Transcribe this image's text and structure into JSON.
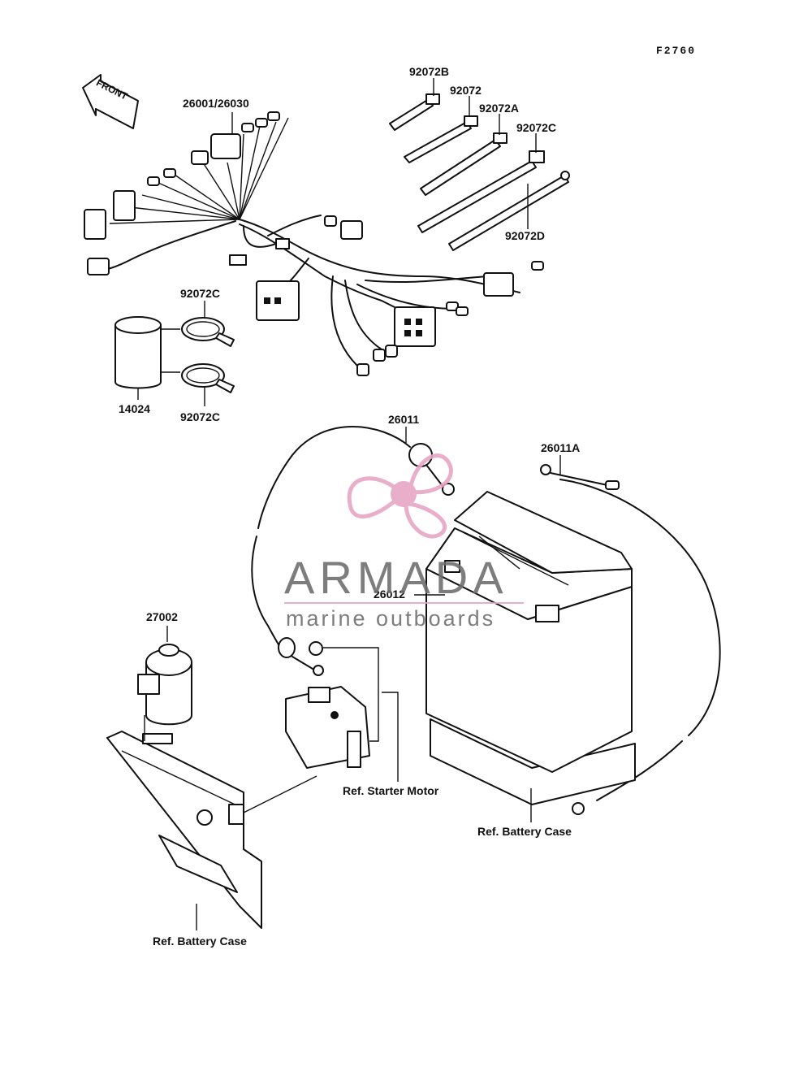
{
  "figure_code": "F2760",
  "front_label": "FRONT",
  "callouts": {
    "harness": "26001/26030",
    "tie_b": "92072B",
    "tie": "92072",
    "tie_a": "92072A",
    "tie_c_top": "92072C",
    "tie_d": "92072D",
    "clamp_upper": "92072C",
    "clamp_lower": "92072C",
    "sleeve": "14024",
    "cable_26011": "26011",
    "cable_26011a": "26011A",
    "battery": "26012",
    "relay": "27002"
  },
  "references": {
    "starter_motor": "Ref. Starter Motor",
    "battery_case_right": "Ref. Battery Case",
    "battery_case_left": "Ref. Battery Case"
  },
  "watermark": {
    "brand": "ARMADA",
    "tagline": "marine outboards",
    "color": "#e7a6c4"
  }
}
